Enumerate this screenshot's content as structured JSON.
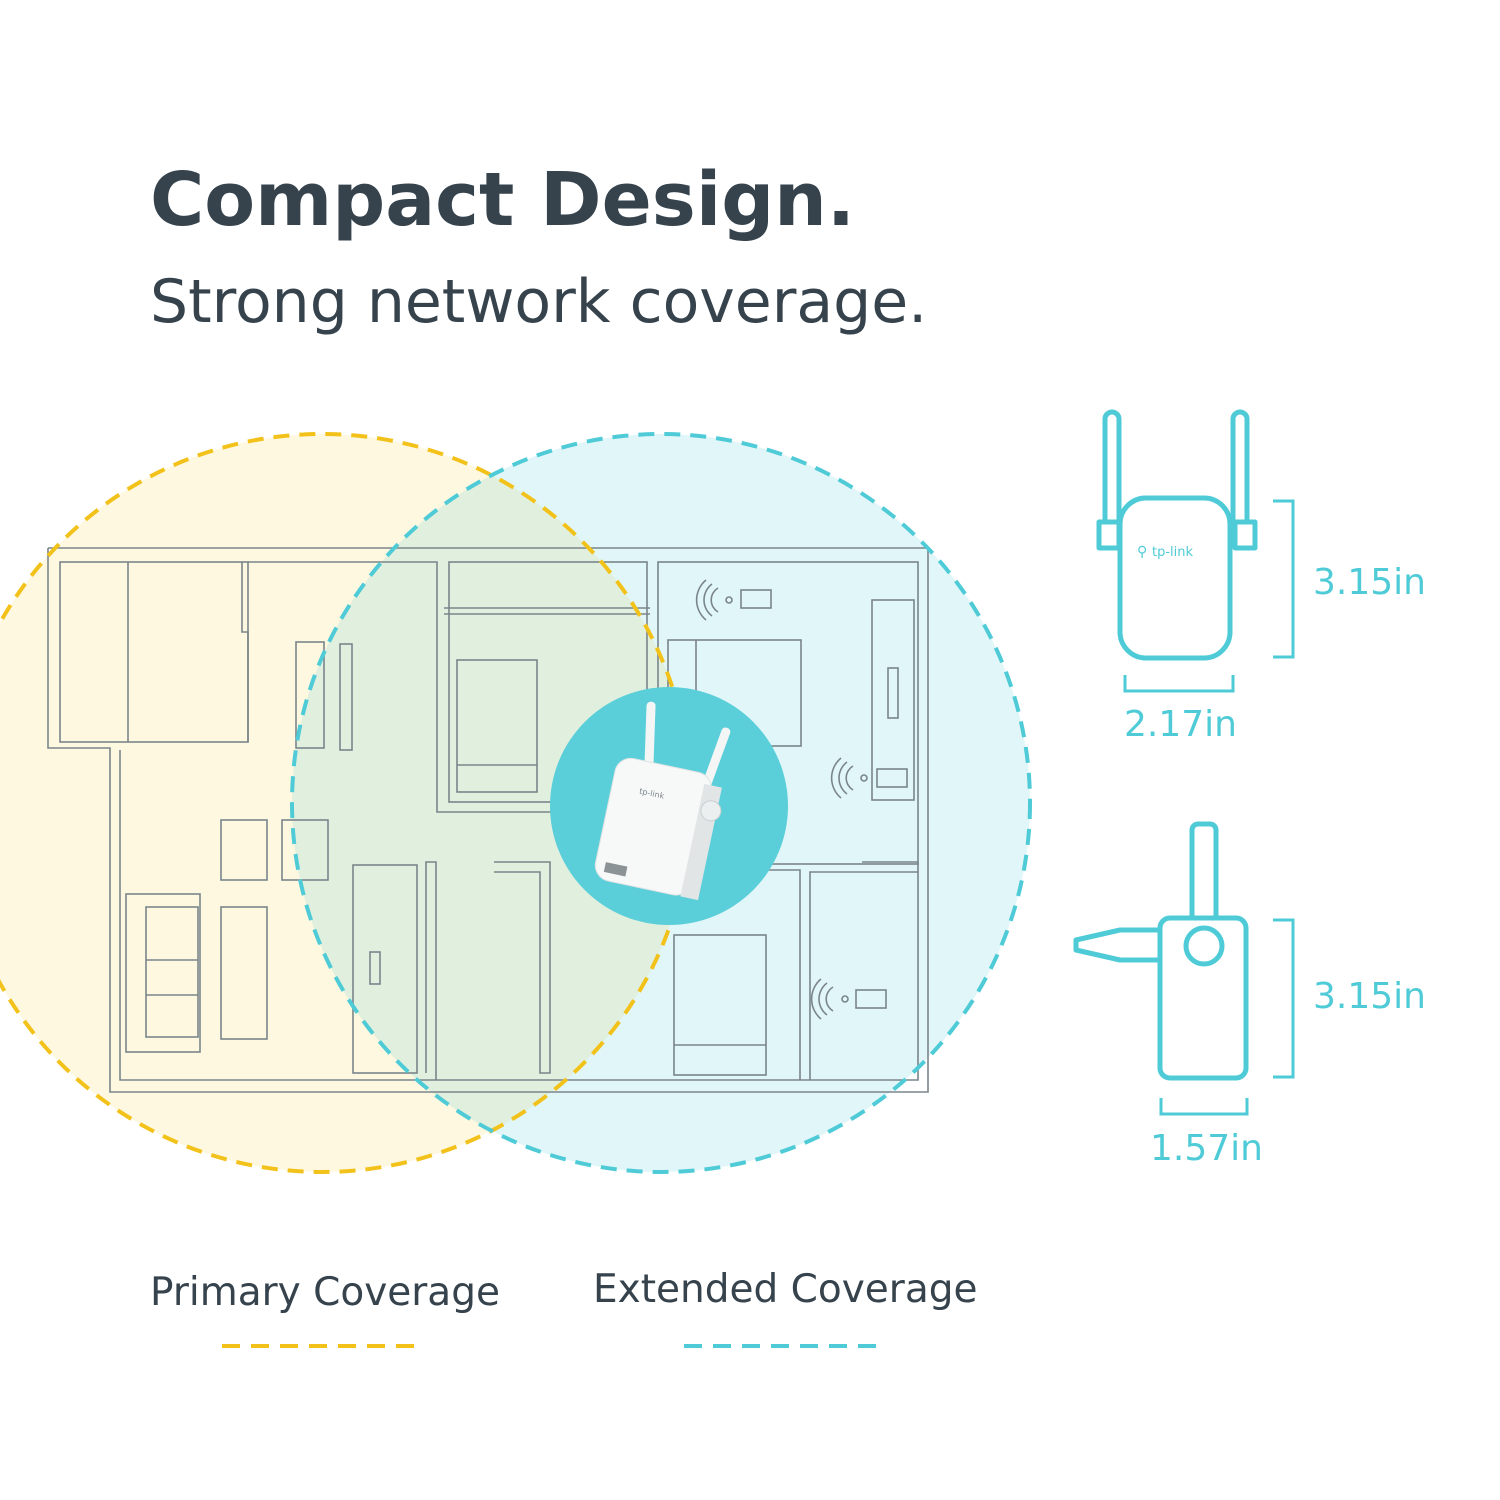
{
  "headline": {
    "title": "Compact Design.",
    "subtitle": "Strong network coverage."
  },
  "legend": {
    "primary": {
      "label": "Primary Coverage",
      "color": "#f2c21b"
    },
    "extended": {
      "label": "Extended Coverage",
      "color": "#4ecbd6"
    }
  },
  "dimensions": {
    "front_height": "3.15in",
    "front_width": "2.17in",
    "side_height": "3.15in",
    "side_depth": "1.57in"
  },
  "brand": {
    "logo_text": "tp-link"
  },
  "colors": {
    "text": "#36434d",
    "accent": "#4ecbd6",
    "primary": "#f2c21b"
  }
}
